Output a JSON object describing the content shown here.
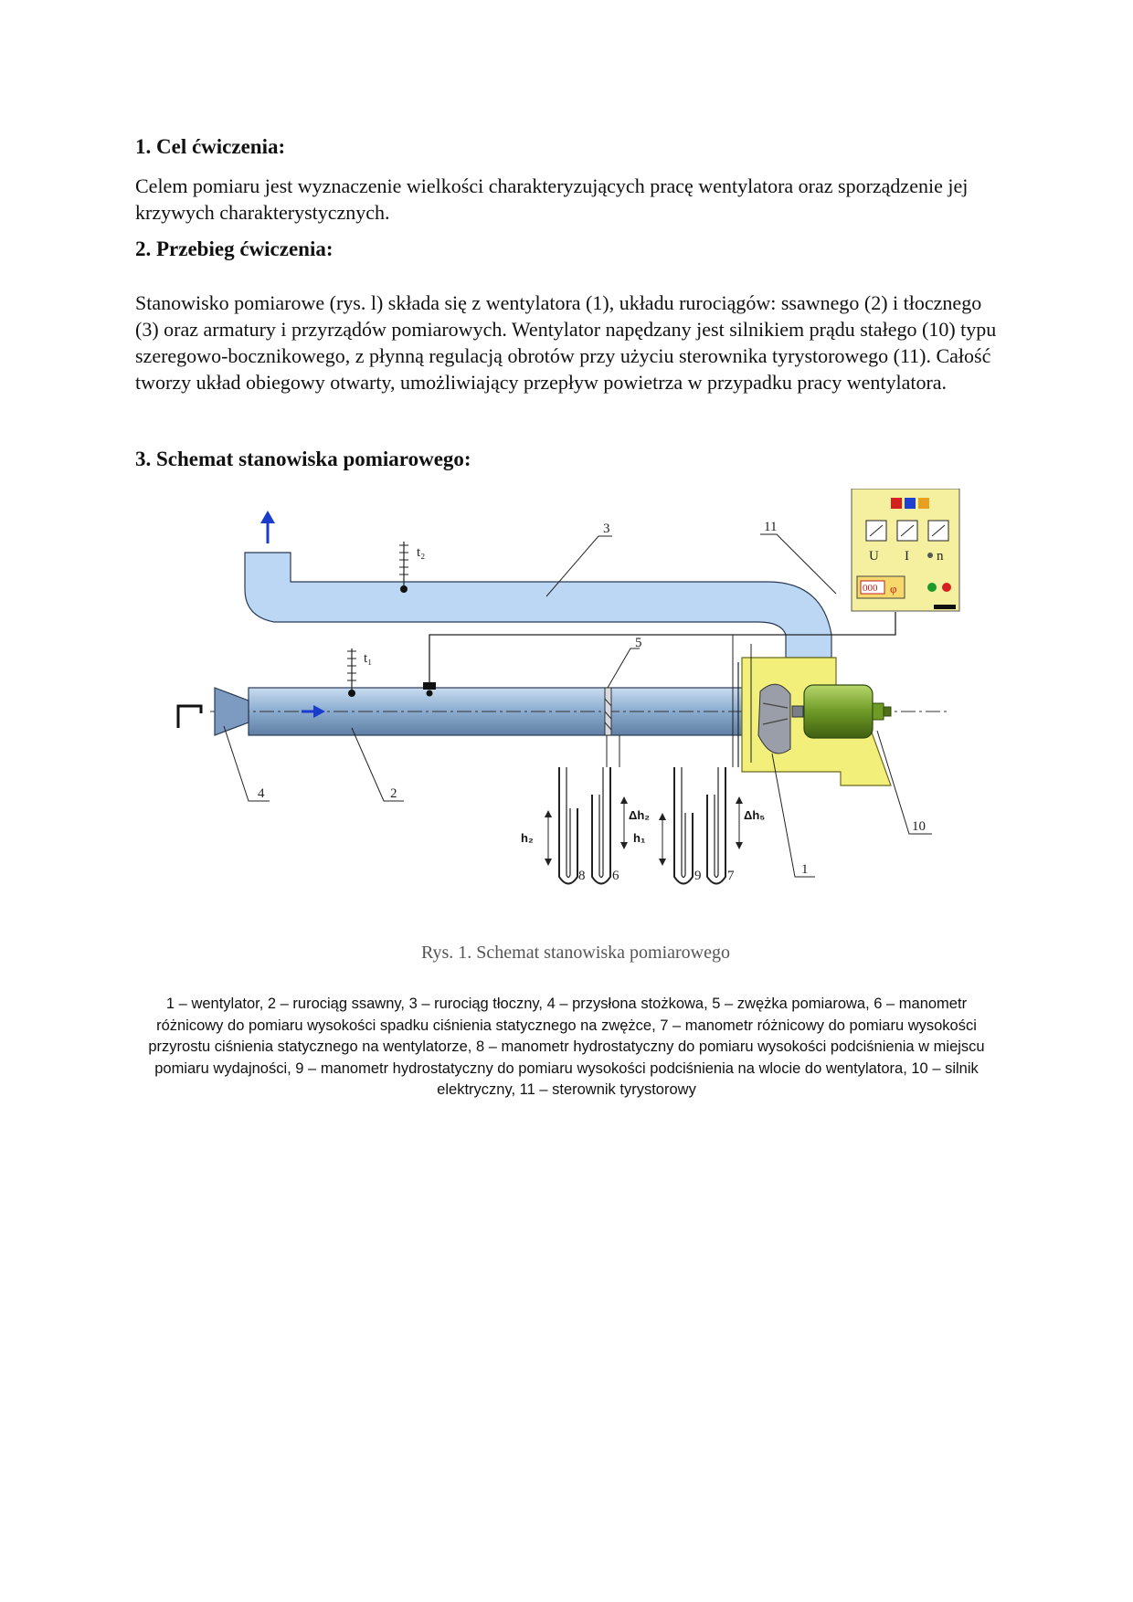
{
  "section1": {
    "heading": "1. Cel ćwiczenia:",
    "text": "Celem pomiaru jest wyznaczenie wielkości charakteryzujących pracę wentylatora oraz sporządzenie jej krzywych charakterystycznych."
  },
  "section2": {
    "heading": "2. Przebieg ćwiczenia:",
    "text": "Stanowisko pomiarowe (rys. l) składa się z wentylatora (1), układu rurociągów: ssawnego (2) i tłocznego (3) oraz armatury i przyrządów pomiarowych. Wentylator napędzany jest silnikiem prądu stałego (10) typu szeregowo-bocznikowego, z płynną regulacją obrotów przy użyciu sterownika tyrystorowego (11). Całość tworzy układ obiegowy otwarty, umożliwiający przepływ powietrza w przypadku pracy wentylatora."
  },
  "section3": {
    "heading": "3. Schemat stanowiska pomiarowego:"
  },
  "figure": {
    "labels": {
      "n1": "1",
      "n2": "2",
      "n3": "3",
      "n4": "4",
      "n5": "5",
      "n6": "6",
      "n7": "7",
      "n8": "8",
      "n9": "9",
      "n10": "10",
      "n11": "11",
      "t1": "t₁",
      "t2": "t₂",
      "h1": "h₁",
      "h2": "h₂",
      "dh2": "Δh₂",
      "dh5": "Δh₅",
      "U": "U",
      "I": "I",
      "n": "n",
      "display": "000",
      "phi": "φ"
    },
    "colors": {
      "pipe": "#bcd7f3",
      "suction_pipe": "#9db8d6",
      "fan_housing": "#f2f07a",
      "motor": "#7fa832",
      "controller": "#f5f0a0",
      "arrow": "#1a3ccc"
    },
    "caption": "Rys. 1. Schemat stanowiska pomiarowego"
  },
  "legend": "1 – wentylator, 2 – rurociąg ssawny, 3 – rurociąg tłoczny, 4 – przysłona stożkowa, 5 – zwężka pomiarowa, 6 – manometr różnicowy do pomiaru wysokości spadku ciśnienia statycznego na zwężce, 7 – manometr różnicowy do pomiaru wysokości przyrostu ciśnienia statycznego na wentylatorze, 8 – manometr hydrostatyczny do pomiaru wysokości podciśnienia w miejscu pomiaru wydajności, 9 – manometr hydrostatyczny do pomiaru wysokości podciśnienia na wlocie do wentylatora, 10 – silnik elektryczny, 11 – sterownik tyrystorowy"
}
